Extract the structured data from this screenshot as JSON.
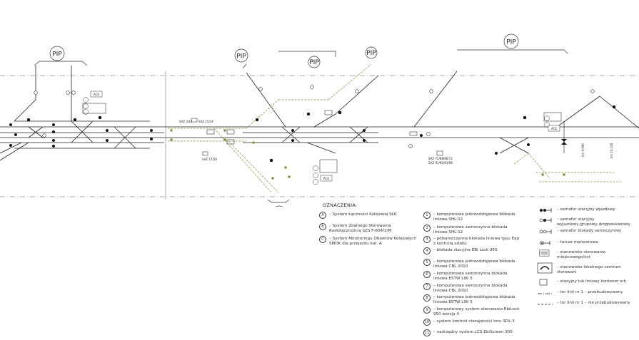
{
  "scheme": {
    "pip_label": "PIP",
    "ace_label": "ACE",
    "station_labels": {
      "saz_a": "SAZ 3/14",
      "saz_b": "SAZ 15/16",
      "saz_c": "SAZ 17/20",
      "saz_d": "SAZ 72/88/86/72",
      "saz_e": "SAZ 91/92/93/98",
      "km_a": "km 9,990",
      "km_b": "km 10,140"
    }
  },
  "legend": {
    "title": "OZNACZENIA:",
    "letters": [
      {
        "key": "A",
        "text": "– System Łączności Kolejowej SLK"
      },
      {
        "key": "B",
        "text": "– System Zdalnego Sterowania\nRadiołącznością SZS F-804/2/M"
      },
      {
        "key": "C",
        "text": "– System Monitoringu Obiektów Kolejowych\nSMOK dla przejazdu kat. A"
      }
    ],
    "numbers": [
      {
        "key": "1",
        "text": "– komputerowa jednoodstępowa blokada\nliniowa SHL-12"
      },
      {
        "key": "2",
        "text": "– komputerowa samoczynna blokada\nliniowa SHL-12"
      },
      {
        "key": "3",
        "text": "– półsamoczynna blokada liniowa typu Eap\nz kontrolą szlaku"
      },
      {
        "key": "4",
        "text": "– blokada stacyjna EBI Lock 950"
      },
      {
        "key": "5",
        "text": "– komputerowa jednoodstępowa blokada\nliniowa CBL 2010"
      },
      {
        "key": "6",
        "text": "– komputerowa samoczynna blokada\nliniowa ESTW L90 5"
      },
      {
        "key": "7",
        "text": "– komputerowa samoczynna blokada\nliniowa CBL 2010"
      },
      {
        "key": "8",
        "text": "– komputerowa jednoodstępowa blokada\nliniowa ESTW L90 5"
      },
      {
        "key": "9",
        "text": "– komputerowy system sterowania EbiLock\n950 wersja 4"
      },
      {
        "key": "10",
        "text": "– system kontroli niezajętości toru SDL-3"
      },
      {
        "key": "11",
        "text": "– nadrzędny system LCS EbiScreen 300"
      }
    ],
    "symbols": [
      {
        "name": "wjazdowy",
        "text": "– semafor stacyjny wjazdowy"
      },
      {
        "name": "wyjazdowy",
        "text": "– semafor stacyjny\nwyjazdowy,grupowy,drogowskazowy"
      },
      {
        "name": "blokady",
        "text": "– semafor blokady samoczynnej"
      },
      {
        "name": "manewrowa",
        "text": "– tarcza manewrowa"
      },
      {
        "name": "miejscowe",
        "text": "– stanowisko sterowania miejscowego/ost"
      },
      {
        "name": "centrum",
        "text": "– stanowisko lokalnego centrum sterowani"
      },
      {
        "name": "kontener",
        "text": "– stacyjny lub liniowy kontener ork"
      },
      {
        "name": "przebudowywany",
        "text": "– tor linii nr 1 – przebudowywany"
      },
      {
        "name": "nieprzebudowywany",
        "text": "– tor linii nr 1 – nie przebudowywany"
      }
    ]
  }
}
